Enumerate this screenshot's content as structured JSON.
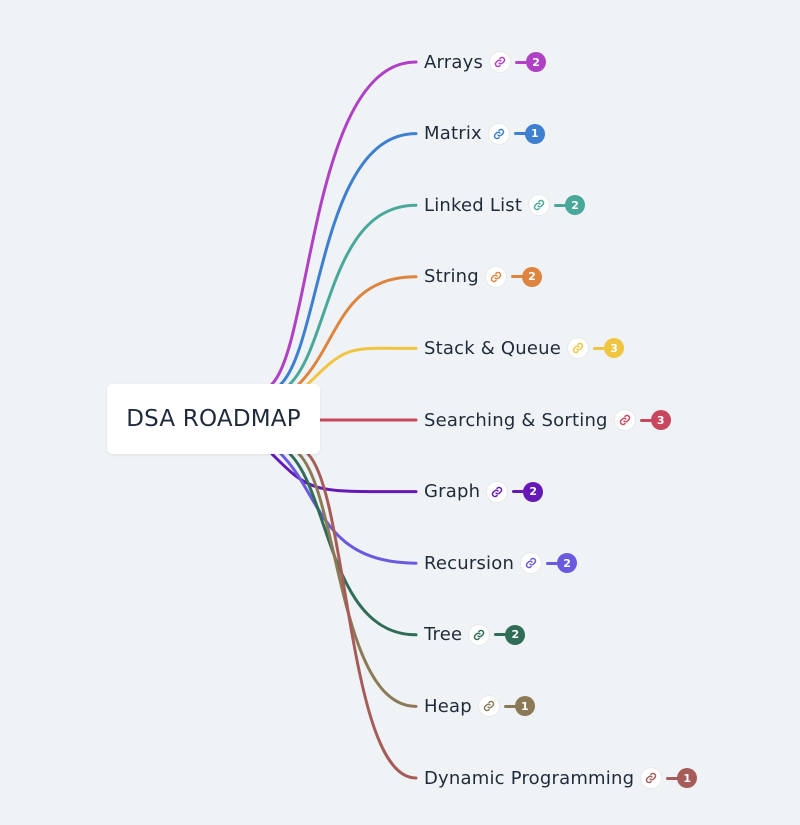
{
  "root": {
    "label": "DSA ROADMAP"
  },
  "topics": [
    {
      "label": "Arrays",
      "count": "2",
      "color": "#b041c5"
    },
    {
      "label": "Matrix",
      "count": "1",
      "color": "#3d7fd0"
    },
    {
      "label": "Linked List",
      "count": "2",
      "color": "#4aa89a"
    },
    {
      "label": "String",
      "count": "2",
      "color": "#dd853f"
    },
    {
      "label": "Stack & Queue",
      "count": "3",
      "color": "#f0c541"
    },
    {
      "label": "Searching & Sorting",
      "count": "3",
      "color": "#c9475e"
    },
    {
      "label": "Graph",
      "count": "2",
      "color": "#6618b7"
    },
    {
      "label": "Recursion",
      "count": "2",
      "color": "#6a5ae0"
    },
    {
      "label": "Tree",
      "count": "2",
      "color": "#2f6d57"
    },
    {
      "label": "Heap",
      "count": "1",
      "color": "#8c7a57"
    },
    {
      "label": "Dynamic Programming",
      "count": "1",
      "color": "#a65d5a"
    }
  ],
  "icons": {
    "topic_link": "link-icon"
  }
}
